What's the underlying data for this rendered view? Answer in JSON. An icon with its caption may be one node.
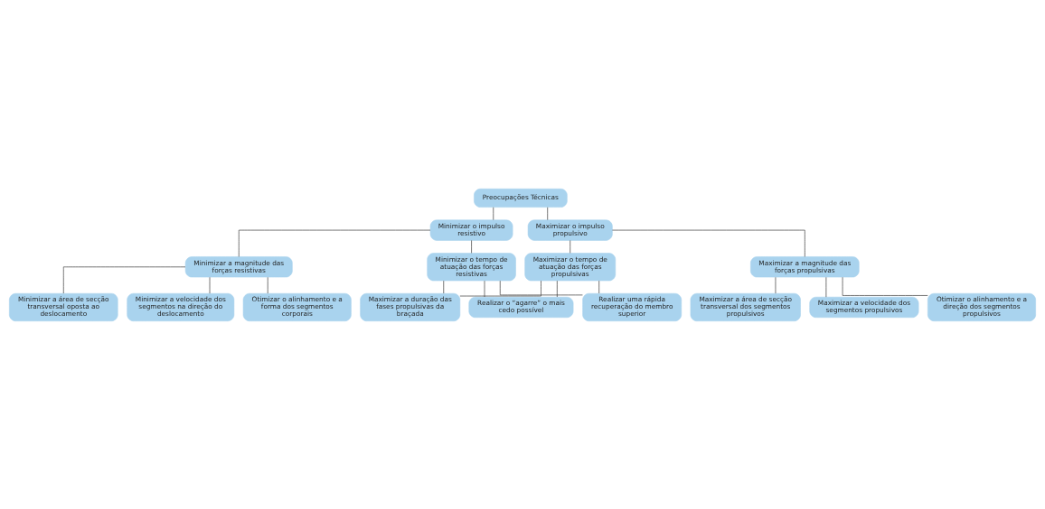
{
  "diagram": {
    "nodes": [
      {
        "text": [
          "Preocupações Técnicas"
        ]
      },
      {
        "text": [
          "Minimizar o impulso resistivo"
        ]
      },
      {
        "text": [
          "Maximizar o impulso propulsivo"
        ]
      },
      {
        "text": [
          "Minimizar a magnitude das forças resistivas"
        ]
      },
      {
        "text": [
          "Minimizar o tempo de atuação das forças resistivas"
        ]
      },
      {
        "text": [
          "Maximizar o tempo de atuação das forças propulsivas"
        ]
      },
      {
        "text": [
          "Maximizar a magnitude das forças propulsivas"
        ]
      },
      {
        "text": [
          "Minimizar a área de secção transversal oposta ao deslocamento"
        ]
      },
      {
        "text": [
          "Maximizar a duração das fases propulsivas da braçada"
        ]
      },
      {
        "text": [
          "Maximizar a área de secção transversal dos segmentos propulsivos"
        ]
      },
      {
        "text": [
          "Minimizar a velocidade dos segmentos na direção do deslocamento"
        ]
      },
      {
        "text": [
          "Realizar o “agarre” o mais cedo possível"
        ]
      },
      {
        "text": [
          "Maximizar a velocidade dos segmentos propulsivos"
        ]
      },
      {
        "text": [
          "Otimizar o alinhamento e a forma dos segmentos corporais"
        ]
      },
      {
        "text": [
          "Realizar uma rápida recuperação do membro superior"
        ]
      },
      {
        "text": [
          "Otimizar o alinhamento e a direção dos segmentos propulsivos"
        ]
      }
    ],
    "edges": [
      {
        "from": 0,
        "to": 1,
        "arrow": "none"
      },
      {
        "from": 0,
        "to": 2,
        "arrow": "none"
      },
      {
        "from": 1,
        "to": 3,
        "arrow": "none"
      },
      {
        "from": 1,
        "to": 4,
        "arrow": "none"
      },
      {
        "from": 2,
        "to": 5,
        "arrow": "none"
      },
      {
        "from": 2,
        "to": 6,
        "arrow": "none"
      },
      {
        "from": 3,
        "to": 7,
        "arrow": "none"
      },
      {
        "from": 3,
        "to": 10,
        "arrow": "none"
      },
      {
        "from": 3,
        "to": 13,
        "arrow": "none"
      },
      {
        "from": 4,
        "to": 8,
        "arrow": "none"
      },
      {
        "from": 4,
        "to": 11,
        "arrow": "none"
      },
      {
        "from": 4,
        "to": 14,
        "arrow": "none"
      },
      {
        "from": 5,
        "to": 8,
        "arrow": "none"
      },
      {
        "from": 5,
        "to": 11,
        "arrow": "none"
      },
      {
        "from": 5,
        "to": 14,
        "arrow": "none"
      },
      {
        "from": 6,
        "to": 9,
        "arrow": "none"
      },
      {
        "from": 6,
        "to": 12,
        "arrow": "none"
      },
      {
        "from": 6,
        "to": 15,
        "arrow": "none"
      }
    ]
  }
}
